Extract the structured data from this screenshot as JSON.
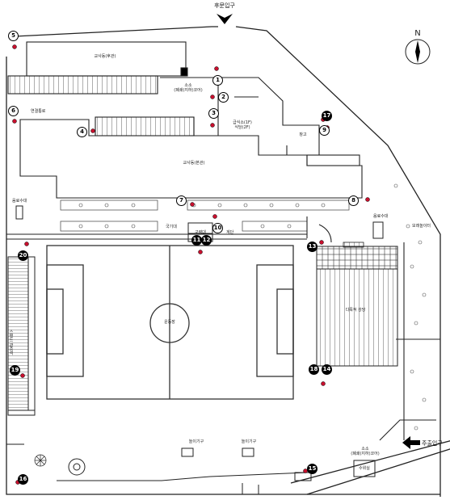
{
  "entrances": {
    "back": "후문입구",
    "main": "주출입구"
  },
  "compass": {
    "north": "N"
  },
  "buildings": {
    "classroom_back": "교사동(후관)",
    "classroom_main": "교사동(본관)",
    "cafeteria": "급식소(1F)\n식당(2F)",
    "warehouse": "창고",
    "connecting": "연결통로",
    "incinerator_back": "소소\n(폐쇄(지하)코어)",
    "incinerator_front": "소소\n(폐쇄(지하)코어)",
    "stand_left": "스탠드 관중석",
    "multipurpose": "다목적 강당",
    "field": "운동장",
    "drinking_left": "음료수대",
    "drinking_right": "음료수대",
    "flag": "국기대",
    "podium": "구령대",
    "stairs": "계단",
    "playground1": "놀이기구",
    "playground2": "놀이기구",
    "guard": "수위실",
    "forest": "모래놀이터"
  },
  "markers": [
    "1",
    "2",
    "3",
    "4",
    "5",
    "6",
    "7",
    "8",
    "9",
    "10",
    "11",
    "12",
    "13",
    "14",
    "15",
    "16",
    "17",
    "18",
    "19",
    "20"
  ],
  "colors": {
    "marker_red": "#c8102e",
    "line": "#222222",
    "field_line": "#333333"
  }
}
